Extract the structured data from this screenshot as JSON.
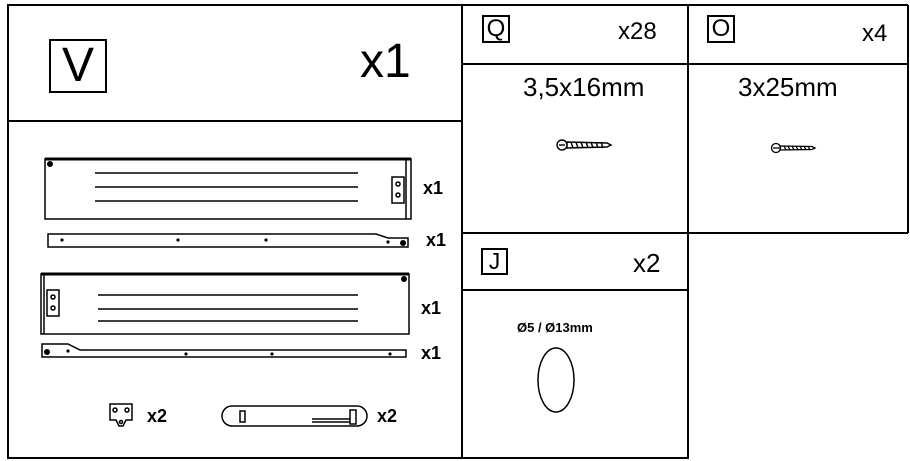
{
  "panel_v": {
    "letter": "V",
    "count": "x1",
    "parts": [
      {
        "count": "x1"
      },
      {
        "count": "x1"
      },
      {
        "count": "x1"
      },
      {
        "count": "x1"
      },
      {
        "count": "x2"
      },
      {
        "count": "x2"
      }
    ]
  },
  "panel_q": {
    "letter": "Q",
    "count": "x28",
    "size": "3,5x16mm"
  },
  "panel_o": {
    "letter": "O",
    "count": "x4",
    "size": "3x25mm"
  },
  "panel_j": {
    "letter": "J",
    "count": "x2",
    "size": "Ø5 / Ø13mm"
  }
}
